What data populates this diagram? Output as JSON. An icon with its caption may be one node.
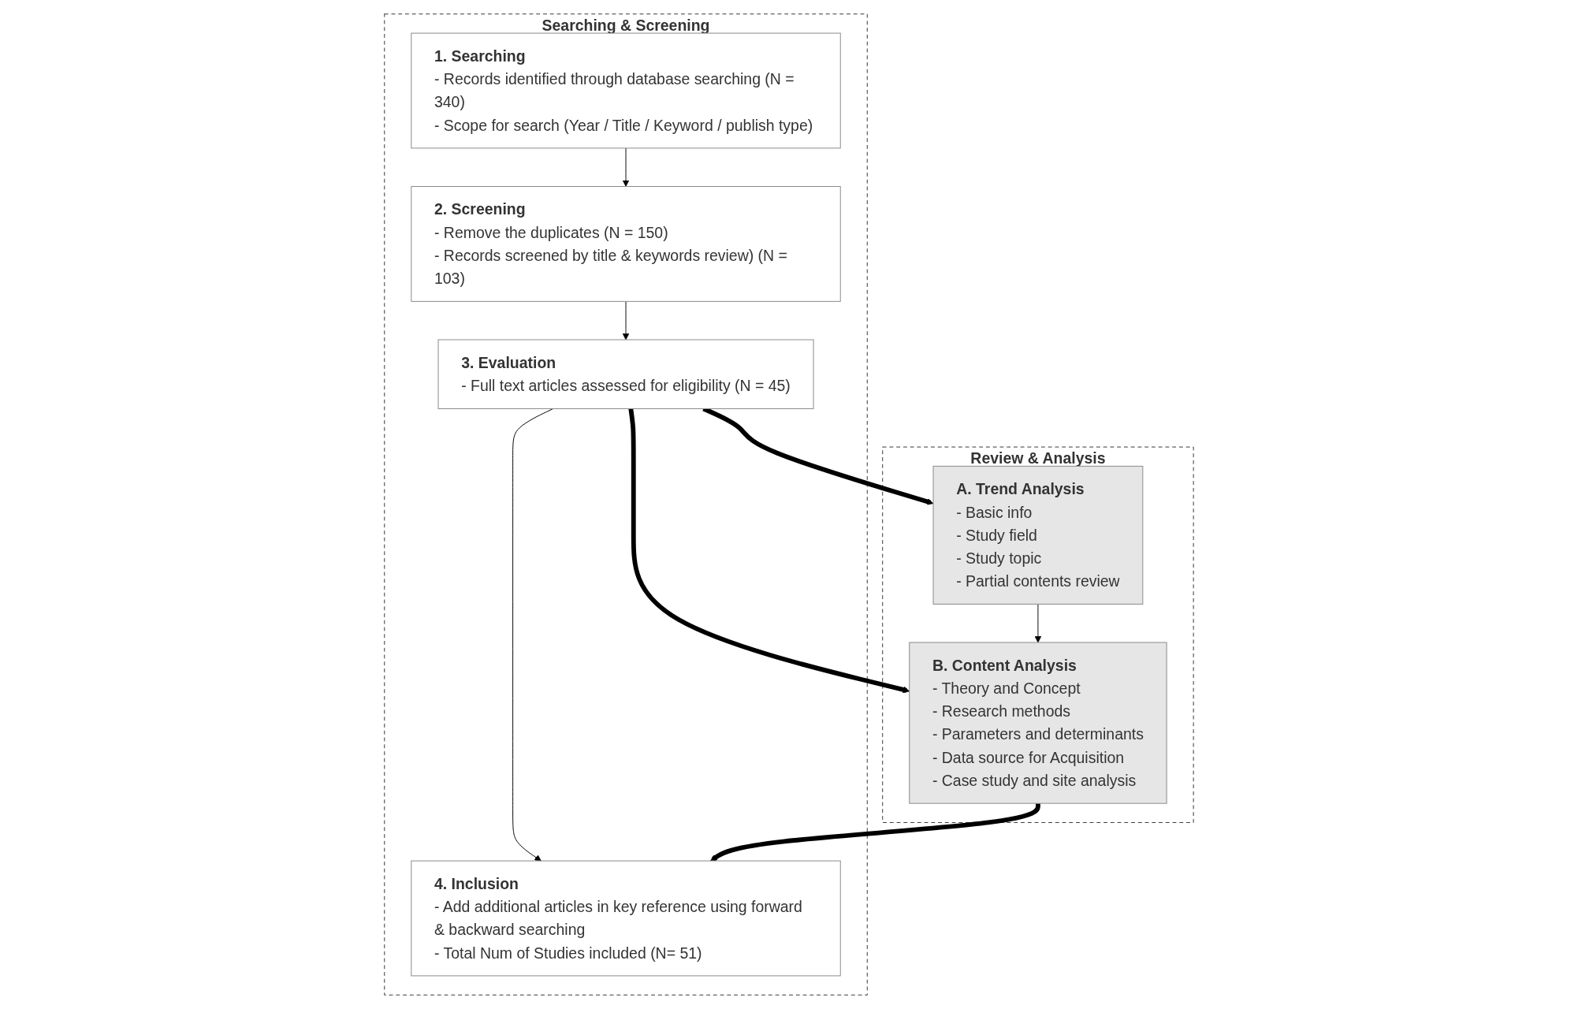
{
  "diagram": {
    "nodes": [
      {
        "text": [
          "Searching & Screening"
        ]
      },
      {
        "text": [
          "1. Searching",
          "- Records identified through database searching (N = 340)",
          "- Scope for search (Year / Title / Keyword / publish type)"
        ],
        "in": 0
      },
      {
        "text": [
          "2. Screening",
          "- Remove the duplicates (N = 150)",
          "- Records screened by title & keywords review) (N = 103)"
        ],
        "in": 0
      },
      {
        "text": [
          "3. Evaluation",
          "- Full text articles assessed for eligibility (N = 45)"
        ],
        "in": 0
      },
      {
        "text": [
          "4. Inclusion",
          "- Add additional articles in key reference using forward & backward searching",
          "- Total Num of Studies included (N= 51)"
        ],
        "in": 0
      },
      {
        "text": [
          "Review & Analysis"
        ]
      },
      {
        "text": [
          "A.  Trend Analysis",
          "- Basic info",
          "- Study field",
          "- Study topic",
          "- Partial contents review"
        ],
        "in": 5
      },
      {
        "text": [
          "B. Content Analysis",
          "- Theory and Concept",
          "- Research methods",
          "- Parameters and determinants",
          "- Data source for Acquisition",
          "- Case study and site analysis"
        ],
        "in": 5
      }
    ],
    "edges": [
      {
        "from": 1,
        "to": 2,
        "arrow": "to"
      },
      {
        "from": 2,
        "to": 3,
        "arrow": "to"
      },
      {
        "from": 3,
        "to": 4,
        "arrow": "to"
      },
      {
        "from": 3,
        "to": 6,
        "arrow": "to",
        "style": "thick"
      },
      {
        "from": 3,
        "to": 7,
        "arrow": "to",
        "style": "thick"
      },
      {
        "from": 6,
        "to": 7,
        "arrow": "to"
      },
      {
        "from": 7,
        "to": 4,
        "arrow": "to",
        "style": "thick"
      }
    ]
  }
}
